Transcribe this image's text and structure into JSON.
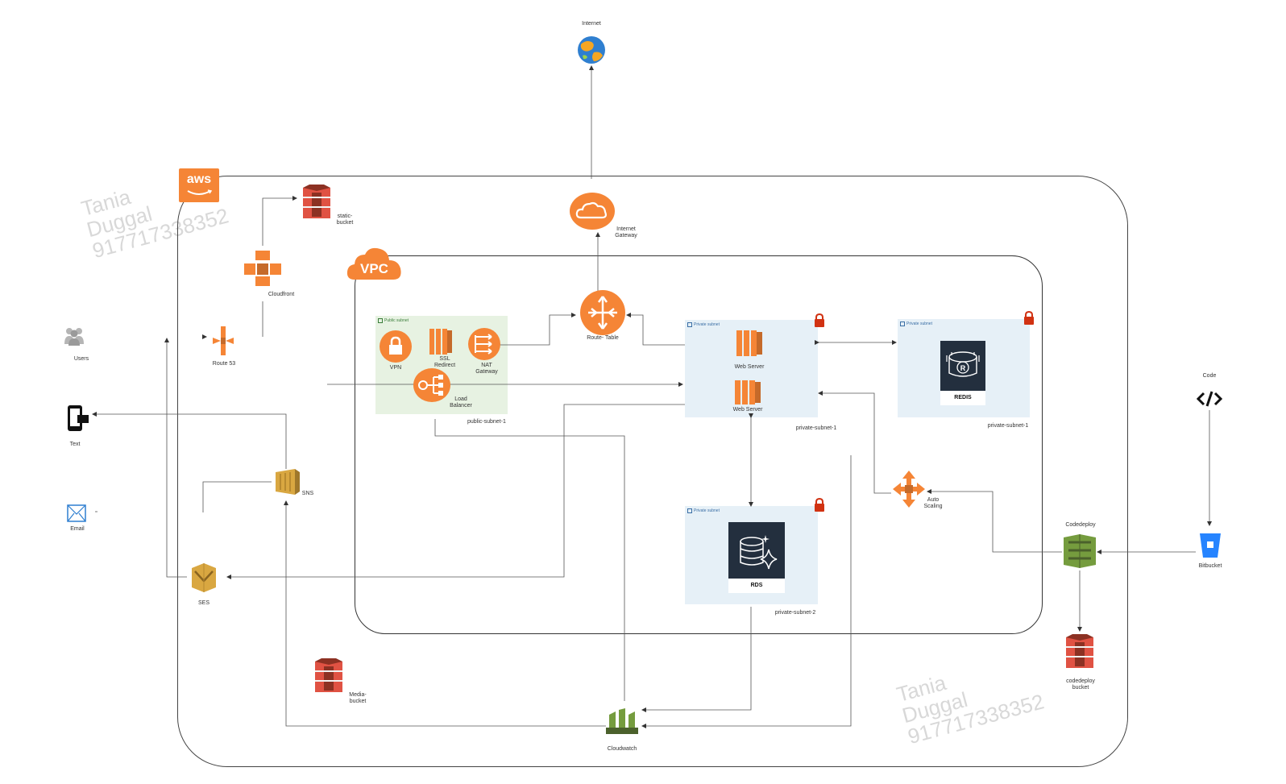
{
  "labels": {
    "internet": "Internet",
    "internet_gateway": "Internet\nGateway",
    "route_table": "Route- Table",
    "static_bucket": "static-\nbucket",
    "cloudfront": "Cloudfront",
    "route53": "Route 53",
    "users": "Users",
    "text": "Text",
    "email": "Email",
    "sns": "SNS",
    "ses": "SES",
    "media_bucket": "Media-\nbucket",
    "cloudwatch": "Cloudwatch",
    "vpn": "VPN",
    "ssl_redirect": "SSL\nRedirect",
    "nat_gateway": "NAT\nGateway",
    "load_balancer": "Load\nBalancer",
    "web_server_1": "Web Server",
    "web_server_2": "Web Server",
    "auto_scaling": "Auto\nScaling",
    "codedeploy": "Codedeploy",
    "codedeploy_bucket": "codedeploy\nbucket",
    "code": "Code",
    "bitbucket": "Bitbucket",
    "vpc": "VPC",
    "aws": "aws"
  },
  "subnets": {
    "public_tag": "Public subnet",
    "public_name": "public-subnet-1",
    "web_tag": "Private subnet",
    "web_name": "private-subnet-1",
    "redis_tag": "Private subnet",
    "redis_name": "private-subnet-1",
    "rds_tag": "Private subnet",
    "rds_name": "private-subnet-2"
  },
  "cards": {
    "redis": "REDIS",
    "rds": "RDS"
  },
  "watermark": {
    "top": "Tania\nDuggal\n917717338352",
    "bottom": "Tania\nDuggal\n917717338352"
  },
  "colors": {
    "aws_orange": "#f58536",
    "s3_red": "#e05243",
    "s3_dark": "#8c3123",
    "sns_gold": "#d9a741",
    "green_mgmt": "#759c3e",
    "green_dark": "#4b612c",
    "card_navy": "#232f3e",
    "bitbucket_blue": "#2684ff",
    "lock_red": "#d13212"
  }
}
